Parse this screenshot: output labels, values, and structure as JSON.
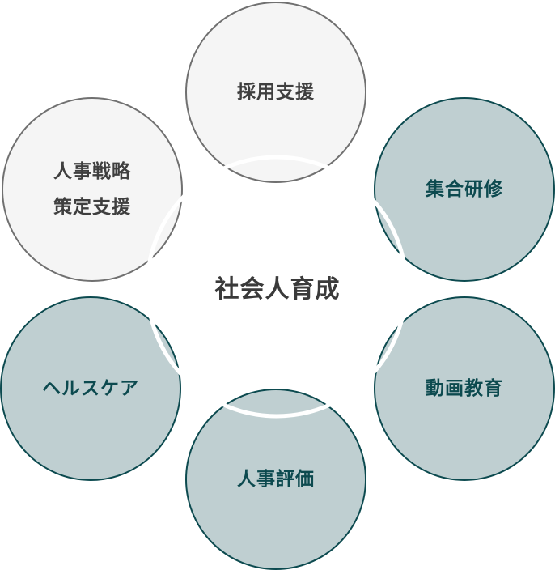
{
  "diagram": {
    "center": {
      "label": "社会人育成"
    },
    "nodes": [
      {
        "id": "saiyo",
        "lines": [
          "採用支援"
        ],
        "style": "light"
      },
      {
        "id": "shugo",
        "lines": [
          "集合研修"
        ],
        "style": "dark"
      },
      {
        "id": "doga",
        "lines": [
          "動画教育"
        ],
        "style": "dark"
      },
      {
        "id": "hyoka",
        "lines": [
          "人事評価"
        ],
        "style": "dark"
      },
      {
        "id": "health",
        "lines": [
          "ヘルスケア"
        ],
        "style": "dark"
      },
      {
        "id": "senryaku",
        "lines": [
          "人事戦略",
          "策定支援"
        ],
        "style": "light"
      }
    ],
    "colors": {
      "light_fill": "#f5f5f5",
      "light_stroke": "#707070",
      "light_text": "#3f3f3f",
      "dark_fill": "#bfcfd1",
      "dark_stroke": "#0c4a4f",
      "dark_text": "#0c4a4f",
      "ring": "#ffffff"
    }
  }
}
